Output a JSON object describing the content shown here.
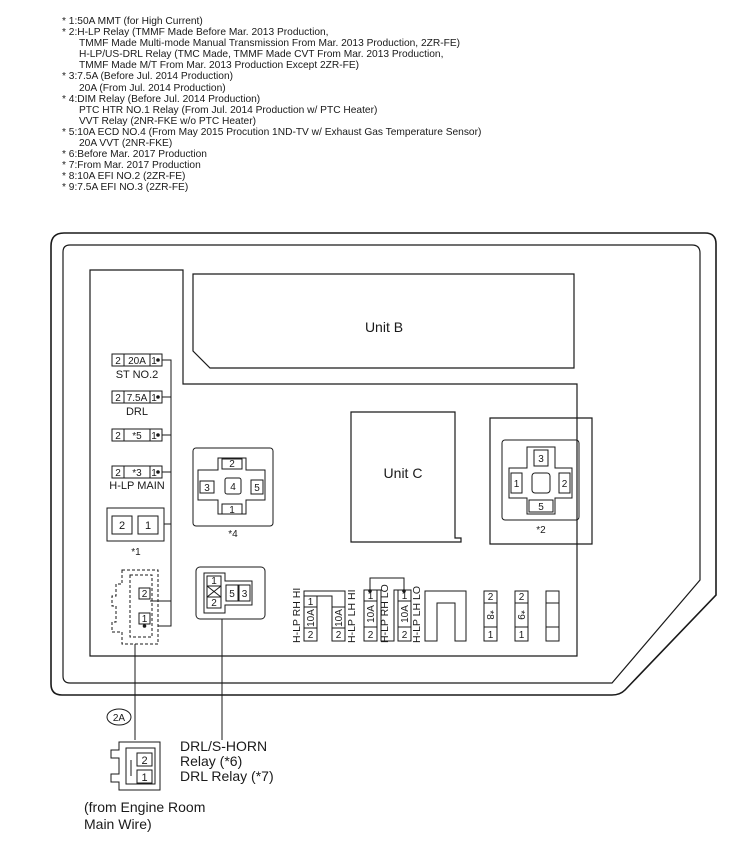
{
  "notes": [
    "* 1:50A MMT (for High Current)",
    "* 2:H-LP Relay (TMMF Made Before Mar. 2013 Production,",
    "TMMF Made Multi-mode Manual Transmission From Mar. 2013 Production, 2ZR-FE)",
    "H-LP/US-DRL Relay (TMC Made, TMMF Made CVT From Mar. 2013 Production,",
    "TMMF Made M/T From Mar. 2013 Production Except 2ZR-FE)",
    "* 3:7.5A (Before Jul. 2014 Production)",
    "20A (From Jul. 2014 Production)",
    "* 4:DIM Relay (Before Jul. 2014 Production)",
    "PTC HTR NO.1 Relay (From Jul. 2014 Production w/ PTC Heater)",
    "VVT Relay (2NR-FKE w/o PTC Heater)",
    "* 5:10A ECD NO.4 (From May 2015 Procution 1ND-TV w/ Exhaust Gas Temperature Sensor)",
    "20A VVT (2NR-FKE)",
    "* 6:Before Mar. 2017 Production",
    "* 7:From Mar. 2017 Production",
    "* 8:10A EFI NO.2 (2ZR-FE)",
    "* 9:7.5A EFI NO.3 (2ZR-FE)"
  ],
  "units": {
    "unit_b": "Unit B",
    "unit_c": "Unit C"
  },
  "fuses": {
    "st_no2": {
      "pin_left": "2",
      "rating": "20A",
      "pin_right": "1",
      "name": "ST NO.2"
    },
    "drl": {
      "pin_left": "2",
      "rating": "7.5A",
      "pin_right": "1",
      "name": "DRL"
    },
    "fuse5": {
      "pin_left": "2",
      "rating": "*5",
      "pin_right": "1"
    },
    "hlp_main": {
      "pin_left": "2",
      "rating": "*3",
      "pin_right": "1",
      "name": "H-LP MAIN"
    },
    "mmt": {
      "pin_left": "2",
      "pin_right": "1",
      "ref": "*1"
    },
    "hlp_rh_hi": {
      "name": "H-LP RH HI",
      "rating": "10A",
      "pin_top": "1",
      "pin_bottom": "2"
    },
    "hlp_lh_hi": {
      "name": "H-LP LH HI",
      "rating": "10A",
      "pin_bottom": "2"
    },
    "hlp_rh_lo": {
      "name": "H-LP RH LO",
      "rating": "10A",
      "pin_top": "1",
      "pin_bottom": "2"
    },
    "hlp_lh_lo": {
      "name": "H-LP LH LO",
      "rating": "10A",
      "pin_top": "1",
      "pin_bottom": "2"
    },
    "fuse8": {
      "rating": "*8",
      "pin_top": "2",
      "pin_bottom": "1"
    },
    "fuse9": {
      "rating": "*9",
      "pin_top": "2",
      "pin_bottom": "1"
    }
  },
  "relays": {
    "r4": {
      "pins": [
        "2",
        "3",
        "4",
        "5",
        "1"
      ],
      "ref": "*4"
    },
    "r2": {
      "pins": [
        "3",
        "1",
        "2",
        "5"
      ],
      "ref": "*2"
    },
    "drl_horn": {
      "pins": [
        "1",
        "2",
        "5",
        "3"
      ]
    }
  },
  "connector_2a": {
    "code": "2A",
    "dashed_pins": [
      "2",
      "1"
    ],
    "pins": [
      "2",
      "1"
    ],
    "caption_line1": "(from Engine Room",
    "caption_line2": "Main Wire)"
  },
  "drl_callout": {
    "line1": "DRL/S-HORN",
    "line2": "Relay (*6)",
    "line3": "DRL Relay (*7)"
  }
}
